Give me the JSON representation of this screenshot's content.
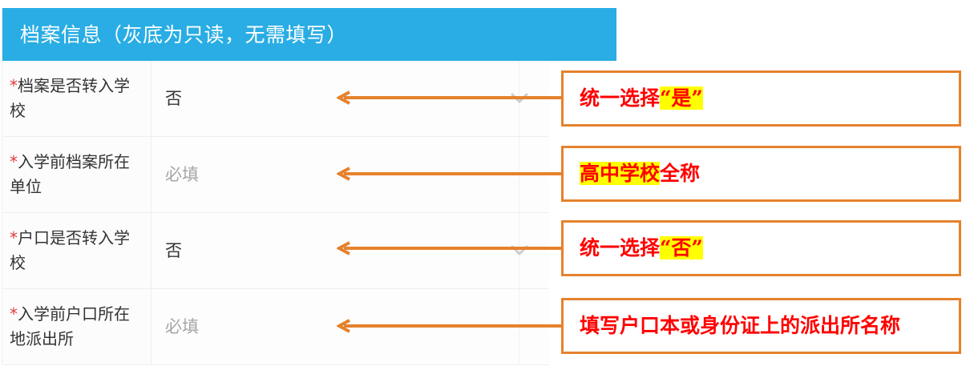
{
  "form": {
    "header": {
      "title": "档案信息（灰底为只读，无需填写）",
      "background_color": "#29ADE4",
      "text_color": "#FFFFFF"
    },
    "required_marker": "*",
    "rows": [
      {
        "label": "档案是否转入学校",
        "value": "否",
        "is_placeholder": false,
        "has_dropdown": true
      },
      {
        "label": "入学前档案所在单位",
        "value": "必填",
        "is_placeholder": true,
        "has_dropdown": false
      },
      {
        "label": "户口是否转入学校",
        "value": "否",
        "is_placeholder": false,
        "has_dropdown": true
      },
      {
        "label": "入学前户口所在地派出所",
        "value": "必填",
        "is_placeholder": true,
        "has_dropdown": false
      }
    ]
  },
  "annotations": {
    "border_color": "#E5822D",
    "text_color": "#FF0000",
    "highlight_color": "#FFFF00",
    "items": [
      {
        "segments": [
          {
            "text": "统一选择",
            "highlight": false
          },
          {
            "text": "“是”",
            "highlight": true
          }
        ],
        "plain_text": "统一选择“是”"
      },
      {
        "segments": [
          {
            "text": "高中学校",
            "highlight": true
          },
          {
            "text": "全称",
            "highlight": false
          }
        ],
        "plain_text": "高中学校全称"
      },
      {
        "segments": [
          {
            "text": "统一选择",
            "highlight": false
          },
          {
            "text": "“否”",
            "highlight": true
          }
        ],
        "plain_text": "统一选择“否”"
      },
      {
        "segments": [
          {
            "text": "填写户口本或身份证上的派出所名称",
            "highlight": false
          }
        ],
        "plain_text": "填写户口本或身份证上的派出所名称"
      }
    ]
  },
  "icons": {
    "chevron_down": "chevron-down-icon",
    "arrow_left": "arrow-left-icon"
  }
}
